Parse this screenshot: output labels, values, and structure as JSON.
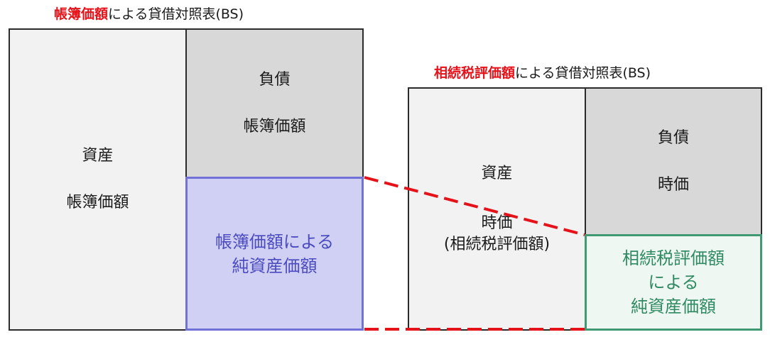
{
  "left_bs": {
    "title_highlight": "帳簿価額",
    "title_rest": "による貸借対照表(BS)",
    "assets": {
      "label": "資産",
      "value": "帳簿価額"
    },
    "liabilities": {
      "label": "負債",
      "value": "帳簿価額"
    },
    "equity": {
      "line1": "帳簿価額による",
      "line2": "純資産価額"
    }
  },
  "right_bs": {
    "title_highlight": "相続税評価額",
    "title_rest": "による貸借対照表(BS)",
    "assets": {
      "label": "資産",
      "value": "時価",
      "note": "(相続税評価額)"
    },
    "liabilities": {
      "label": "負債",
      "value": "時価"
    },
    "equity": {
      "line1": "相続税評価額",
      "line2": "による",
      "line3": "純資産価額"
    }
  },
  "colors": {
    "highlight_text": "#e5121a",
    "dashed_line": "#e5121a",
    "book_equity_fill": "#d0d0f4",
    "book_equity_border": "#7171d8",
    "tax_equity_fill": "#eef7f1",
    "tax_equity_border": "#3f9a73",
    "liability_fill": "#d8d8d8",
    "asset_fill": "#f2f2f2"
  }
}
